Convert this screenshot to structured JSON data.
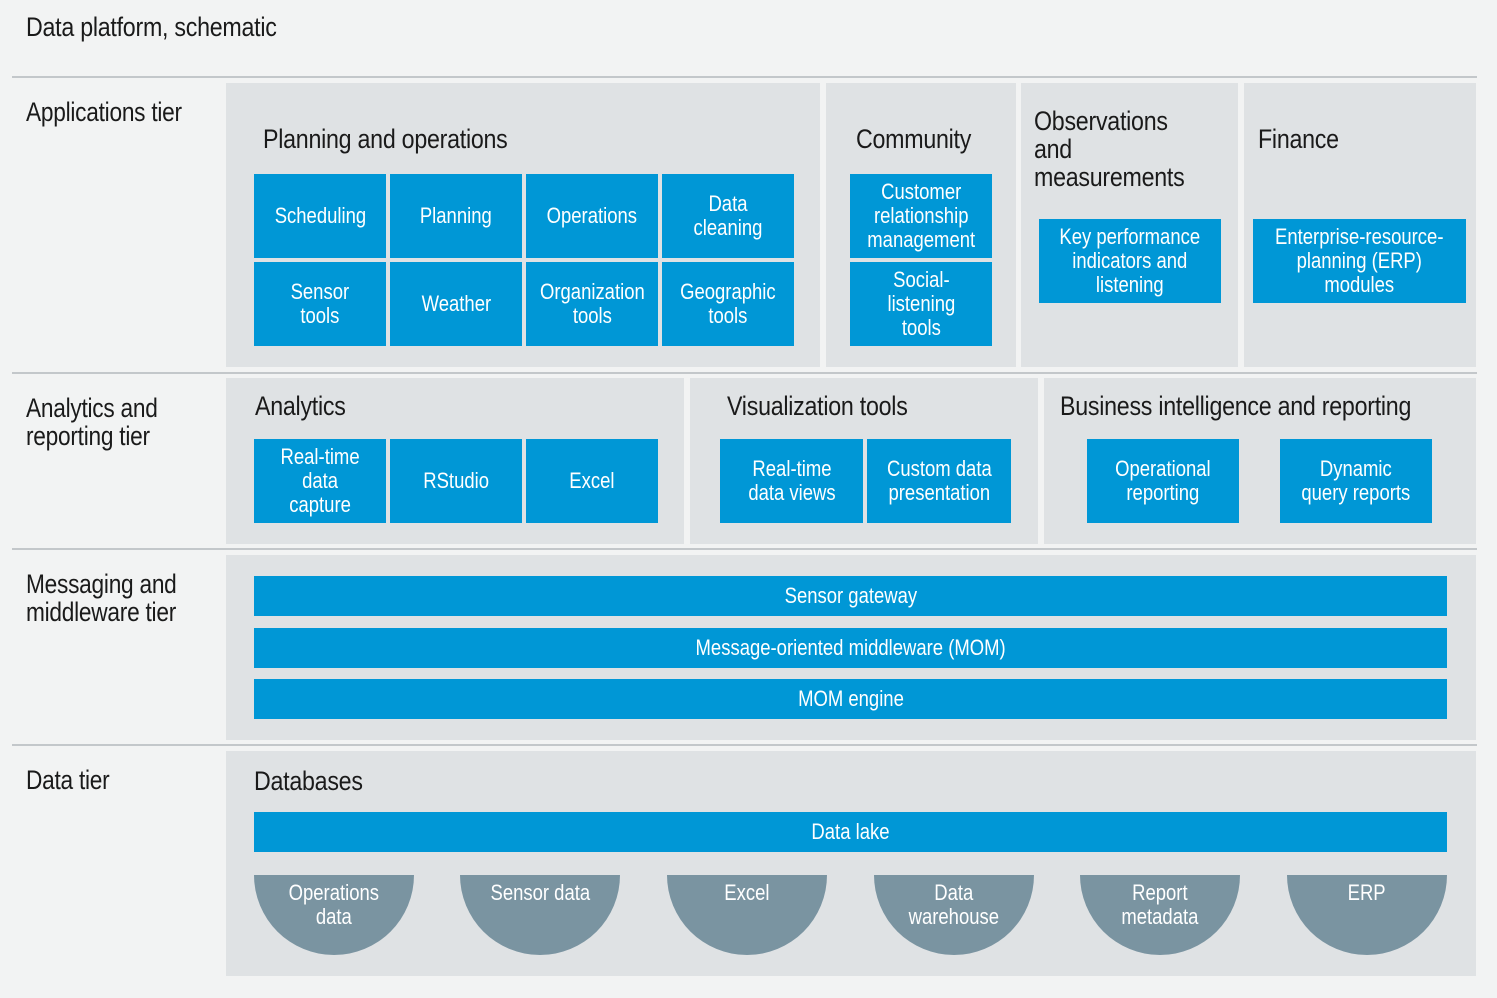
{
  "title": "Data platform, schematic",
  "tiers": {
    "applications": "Applications tier",
    "analytics": "Analytics and\nreporting tier",
    "messaging": "Messaging and\nmiddleware tier",
    "data": "Data tier"
  },
  "applications": {
    "planning": {
      "title": "Planning and operations",
      "items": [
        "Scheduling",
        "Planning",
        "Operations",
        "Data\ncleaning",
        "Sensor\ntools",
        "Weather",
        "Organization\ntools",
        "Geographic\ntools"
      ]
    },
    "community": {
      "title": "Community",
      "items": [
        "Customer\nrelationship\nmanagement",
        "Social-\nlistening\ntools"
      ]
    },
    "observations": {
      "title": "Observations and\nmeasurements",
      "items": [
        "Key performance\nindicators and\nlistening"
      ]
    },
    "finance": {
      "title": "Finance",
      "items": [
        "Enterprise-resource-\nplanning (ERP)\nmodules"
      ]
    }
  },
  "analytics": {
    "analytics": {
      "title": "Analytics",
      "items": [
        "Real-time\ndata\ncapture",
        "RStudio",
        "Excel"
      ]
    },
    "visualization": {
      "title": "Visualization tools",
      "items": [
        "Real-time\ndata views",
        "Custom data\npresentation"
      ]
    },
    "bi": {
      "title": "Business intelligence and reporting",
      "items": [
        "Operational\nreporting",
        "Dynamic\nquery reports"
      ]
    }
  },
  "messaging": {
    "bars": [
      "Sensor gateway",
      "Message-oriented middleware (MOM)",
      "MOM engine"
    ]
  },
  "data": {
    "title": "Databases",
    "lake": "Data lake",
    "stores": [
      "Operations\ndata",
      "Sensor data",
      "Excel",
      "Data\nwarehouse",
      "Report\nmetadata",
      "ERP"
    ]
  },
  "colors": {
    "box": "#0097d6",
    "panel": "#dfe2e4",
    "database": "#7a94a1",
    "background": "#f2f3f3"
  }
}
